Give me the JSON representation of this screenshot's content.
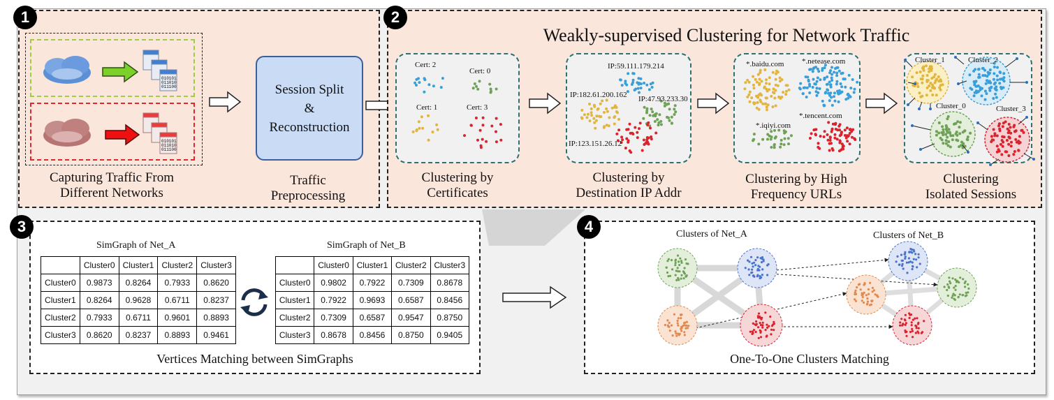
{
  "panel1": {
    "badge": "1",
    "capture_label_line1": "Capturing Traffic From",
    "capture_label_line2": "Different Networks",
    "pcap_bits": [
      "010101",
      "011010",
      "011100"
    ],
    "session_line1": "Session Split",
    "session_line2": "&",
    "session_line3": "Reconstruction",
    "preproc_line1": "Traffic",
    "preproc_line2": "Preprocessing"
  },
  "panel2": {
    "badge": "2",
    "title": "Weakly-supervised Clustering for Network Traffic",
    "certs": [
      "Cert: 2",
      "Cert: 0",
      "Cert: 1",
      "Cert: 3"
    ],
    "ips": [
      "IP:59.111.179.214",
      "IP:182.61.200.162",
      "IP:47.93.233.30",
      "IP:123.151.26.12"
    ],
    "urls": [
      "*.baidu.com",
      "*.netease.com",
      "*.iqiyi.com",
      "*.tencent.com"
    ],
    "clusters": [
      "Cluster_1",
      "Cluster_2",
      "Cluster_0",
      "Cluster_3"
    ],
    "step1_line1": "Clustering by",
    "step1_line2": "Certificates",
    "step2_line1": "Clustering by",
    "step2_line2": "Destination IP Addr",
    "step3_line1": "Clustering by High",
    "step3_line2": "Frequency URLs",
    "step4_line1": "Clustering",
    "step4_line2": "Isolated Sessions"
  },
  "panel3": {
    "badge": "3",
    "tableA_title": "SimGraph of Net_A",
    "tableB_title": "SimGraph of Net_B",
    "headers": [
      "",
      "Cluster0",
      "Cluster1",
      "Cluster2",
      "Cluster3"
    ],
    "rowsA": [
      [
        "Cluster0",
        "0.9873",
        "0.8264",
        "0.7933",
        "0.8620"
      ],
      [
        "Cluster1",
        "0.8264",
        "0.9628",
        "0.6711",
        "0.8237"
      ],
      [
        "Cluster2",
        "0.7933",
        "0.6711",
        "0.9601",
        "0.8893"
      ],
      [
        "Cluster3",
        "0.8620",
        "0.8237",
        "0.8893",
        "0.9461"
      ]
    ],
    "rowsB": [
      [
        "Cluster0",
        "0.9802",
        "0.7922",
        "0.7309",
        "0.8678"
      ],
      [
        "Cluster1",
        "0.7922",
        "0.9693",
        "0.6587",
        "0.8456"
      ],
      [
        "Cluster2",
        "0.7309",
        "0.6587",
        "0.9547",
        "0.8750"
      ],
      [
        "Cluster3",
        "0.8678",
        "0.8456",
        "0.8750",
        "0.9405"
      ]
    ],
    "caption": "Vertices Matching between  SimGraphs"
  },
  "panel4": {
    "badge": "4",
    "netA_label": "Clusters of Net_A",
    "netB_label": "Clusters of Net_B",
    "caption": "One-To-One Clusters Matching"
  },
  "colors": {
    "blue": "#4a74c9",
    "green": "#6fa257",
    "yellow": "#e3b53f",
    "red": "#d9232d",
    "orange": "#e08a4e",
    "cyan": "#3a9fd8"
  }
}
